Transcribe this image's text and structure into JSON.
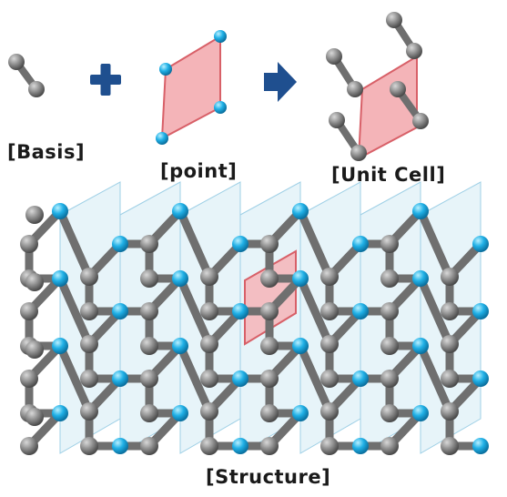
{
  "labels": {
    "basis": "[Basis]",
    "point": "[point]",
    "unit_cell": "[Unit Cell]",
    "structure": "[Structure]"
  },
  "colors": {
    "atom_gray": "#7a7a7a",
    "atom_cyan": "#19a9e0",
    "bond": "#6f6f6f",
    "cell_fill": "#f4b4b8",
    "cell_stroke": "#d86068",
    "plane_fill": "#c9e6f2",
    "arrow": "#1f4f8f"
  },
  "icons": [
    "plus-icon",
    "arrow-right-icon"
  ]
}
